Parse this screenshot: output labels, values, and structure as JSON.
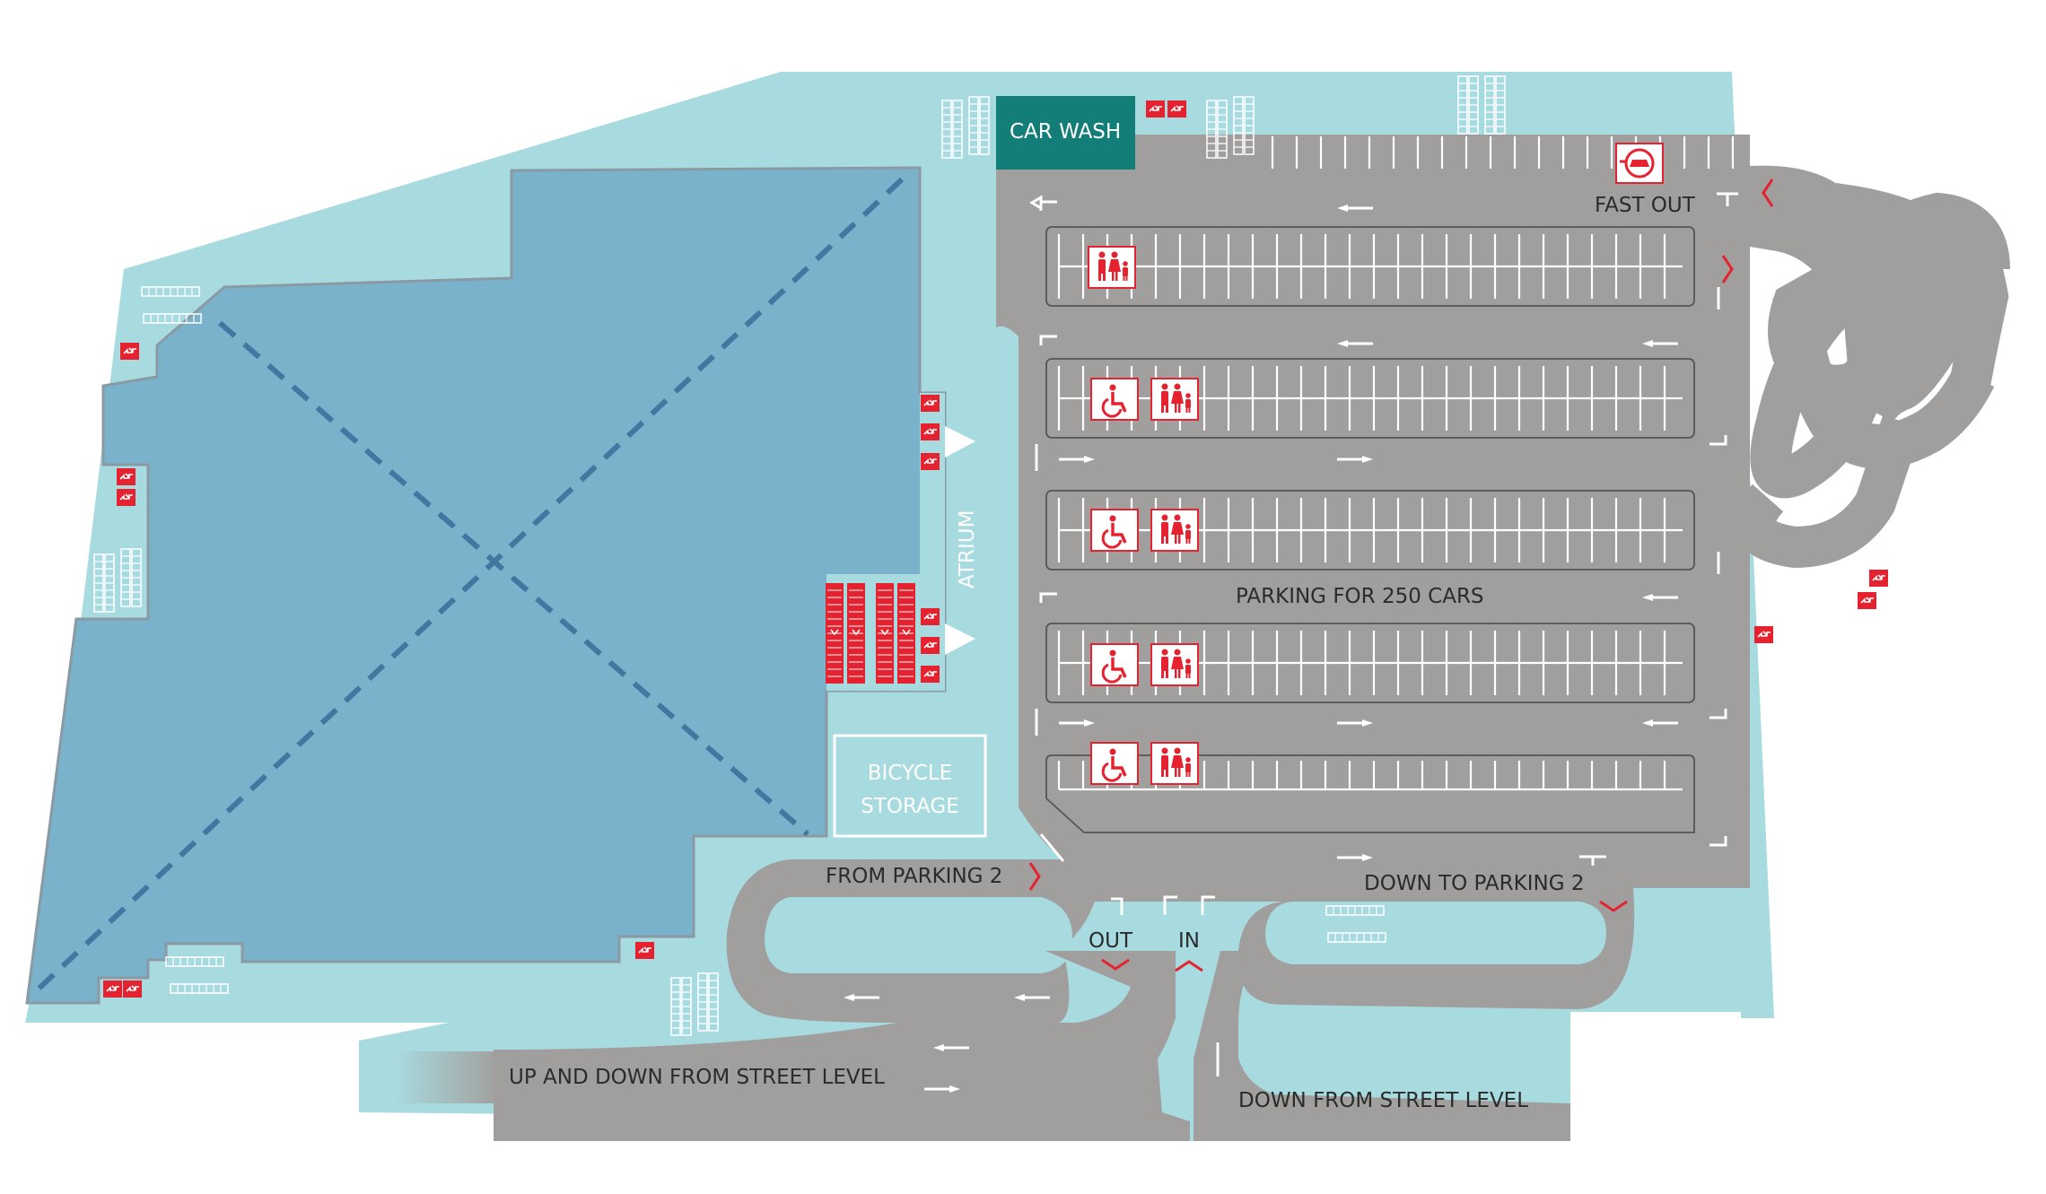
{
  "labels": {
    "car_wash": "CAR WASH",
    "fast_out": "FAST OUT",
    "parking_capacity": "PARKING FOR 250 CARS",
    "atrium": "ATRIUM",
    "bicycle_storage_line1": "BICYCLE",
    "bicycle_storage_line2": "STORAGE",
    "from_parking_2": "FROM PARKING 2",
    "down_to_parking_2": "DOWN TO PARKING 2",
    "out": "OUT",
    "in": "IN",
    "up_and_down": "UP AND DOWN FROM STREET LEVEL",
    "down_from_street": "DOWN FROM STREET LEVEL"
  },
  "colors": {
    "ground": "#a8dbe0",
    "building": "#7ab1cb",
    "road": "#a19f9d",
    "car_wash": "#137d78",
    "accent_red": "#e52330",
    "line_white": "#ffffff",
    "dashed_diagonal": "#44779f"
  },
  "icons": {
    "escalator": "escalator-icon",
    "accessible_parking": "wheelchair-icon",
    "family_parking": "family-icon",
    "ev_charging": "ev-charging-icon",
    "entrance": "entrance-triangle-icon",
    "direction": "chevron-icon"
  }
}
